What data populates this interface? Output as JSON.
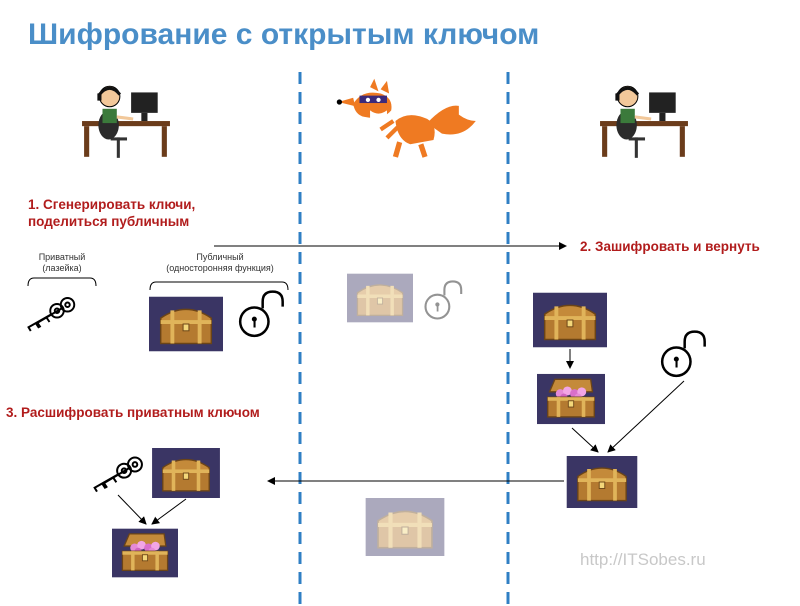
{
  "title": "Шифрование с открытым ключом",
  "steps": {
    "step1_line1": "1. Сгенерировать ключи,",
    "step1_line2": "поделиться публичным",
    "step2": "2. Зашифровать и вернуть",
    "step3": "3. Расшифровать приватным ключом"
  },
  "labels": {
    "private_line1": "Приватный",
    "private_line2": "(лазейка)",
    "public_line1": "Публичный",
    "public_line2": "(односторонняя функция)"
  },
  "watermark": "http://ITSobes.ru",
  "colors": {
    "title": "#4a8ec8",
    "step_text": "#b11c1c",
    "divider": "#2f7fc4",
    "chest_bg": "#3a3564"
  }
}
